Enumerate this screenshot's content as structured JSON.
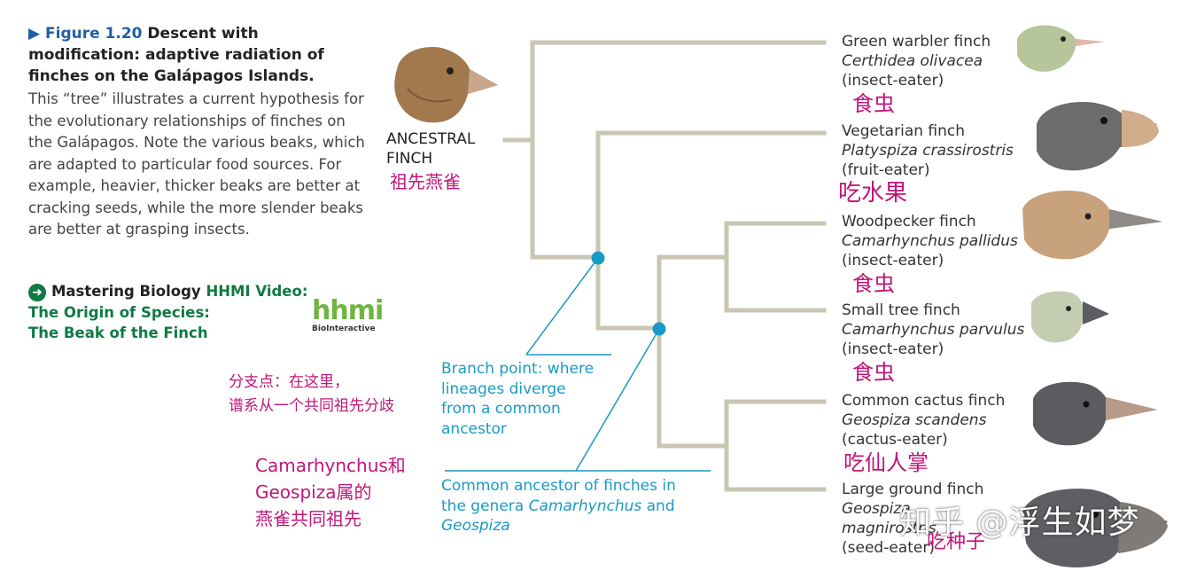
{
  "figure": {
    "label": "Figure 1.20",
    "title_rest": "Descent with modification: adaptive radiation of finches on the Galápagos Islands.",
    "body": "This “tree” illustrates a current hypothesis for the evolutionary relationships of finches on the Galápagos. Note the various beaks, which are adapted to particular food sources. For example, heavier, thicker beaks are better at cracking seeds, while the more slender beaks are better at grasping insects."
  },
  "mastering": {
    "prefix": "Mastering Biology",
    "video": "HHMI Video:",
    "line2": "The Origin of Species:",
    "line3": "The Beak of the Finch",
    "logo_text": "hhmi",
    "logo_sub": "BioInteractive"
  },
  "ancestral": {
    "line1": "ANCESTRAL",
    "line2": "FINCH",
    "cn": "祖先燕雀"
  },
  "branch_point": {
    "en": [
      "Branch point: where",
      "lineages diverge",
      "from a common",
      "ancestor"
    ],
    "cn": [
      "分支点：在这里，",
      "谱系从一个共同祖先分歧"
    ]
  },
  "common_ancestor": {
    "en_line1": "Common ancestor of finches in",
    "en_line2_a": "the genera ",
    "en_line2_genus": "Camarhynchus",
    "en_line2_b": " and",
    "en_line3": "Geospiza",
    "cn": [
      "Camarhynchus和",
      "Geospiza属的",
      "燕雀共同祖先"
    ]
  },
  "species": [
    {
      "common": "Green warbler finch",
      "sci": "Certhidea olivacea",
      "diet": "(insect-eater)",
      "cn": "食虫"
    },
    {
      "common": "Vegetarian finch",
      "sci": "Platyspiza crassirostris",
      "diet": "(fruit-eater)",
      "cn": "吃水果"
    },
    {
      "common": "Woodpecker finch",
      "sci": "Camarhynchus pallidus",
      "diet": "(insect-eater)",
      "cn": "食虫"
    },
    {
      "common": "Small tree finch",
      "sci": "Camarhynchus parvulus",
      "diet": "(insect-eater)",
      "cn": "食虫"
    },
    {
      "common": "Common cactus finch",
      "sci": "Geospiza scandens",
      "diet": "(cactus-eater)",
      "cn": "吃仙人掌"
    },
    {
      "common": "Large ground finch",
      "sci": "Geospiza",
      "sci2": "magnirostris",
      "diet": "(seed-eater)",
      "cn": "吃种子"
    }
  ],
  "watermark": "知乎 @浮生如梦",
  "colors": {
    "tree": "#c9c6b4",
    "node": "#1a9ac6",
    "cn_text": "#c0167a",
    "blue_text": "#1a9ac6",
    "green": "#0f7a43"
  }
}
